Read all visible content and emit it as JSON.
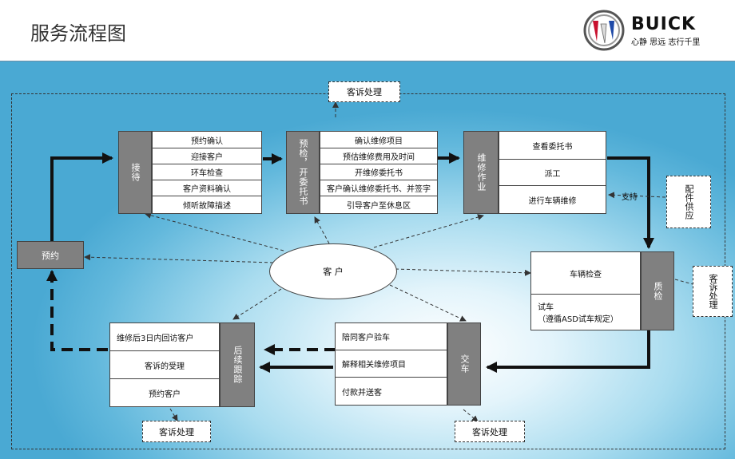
{
  "header": {
    "title": "服务流程图"
  },
  "logo": {
    "brand": "BUICK",
    "slogan": "心静 思远 志行千里"
  },
  "notes": {
    "top": "客诉处理",
    "right": "客诉处理",
    "bottom_left": "客诉处理",
    "bottom_mid": "客诉处理",
    "parts": "配件供应"
  },
  "reservation": {
    "label": "预约"
  },
  "reception": {
    "label": "接待",
    "items": [
      "预约确认",
      "迎接客户",
      "环车检查",
      "客户资料确认",
      "倾听故障描述"
    ]
  },
  "precheck": {
    "label": "预检，开委托书",
    "items": [
      "确认维修项目",
      "预估维修费用及时间",
      "开维修委托书",
      "客户确认维修委托书、并签字",
      "引导客户至休息区"
    ]
  },
  "repair": {
    "label": "维修作业",
    "items": [
      "查看委托书",
      "派工",
      "进行车辆维修"
    ]
  },
  "qc": {
    "label": "质检",
    "item1": "车辆检查",
    "item2a": "试车",
    "item2b": "（遵循ASD试车规定）"
  },
  "delivery": {
    "label": "交车",
    "items": [
      "陪同客户验车",
      "解释相关维修项目",
      "付款并送客"
    ]
  },
  "followup": {
    "label": "后续跟踪",
    "items": [
      "维修后3日内回访客户",
      "客诉的受理",
      "预约客户"
    ]
  },
  "customer": {
    "label": "客 户"
  },
  "support": {
    "label": "支持"
  }
}
